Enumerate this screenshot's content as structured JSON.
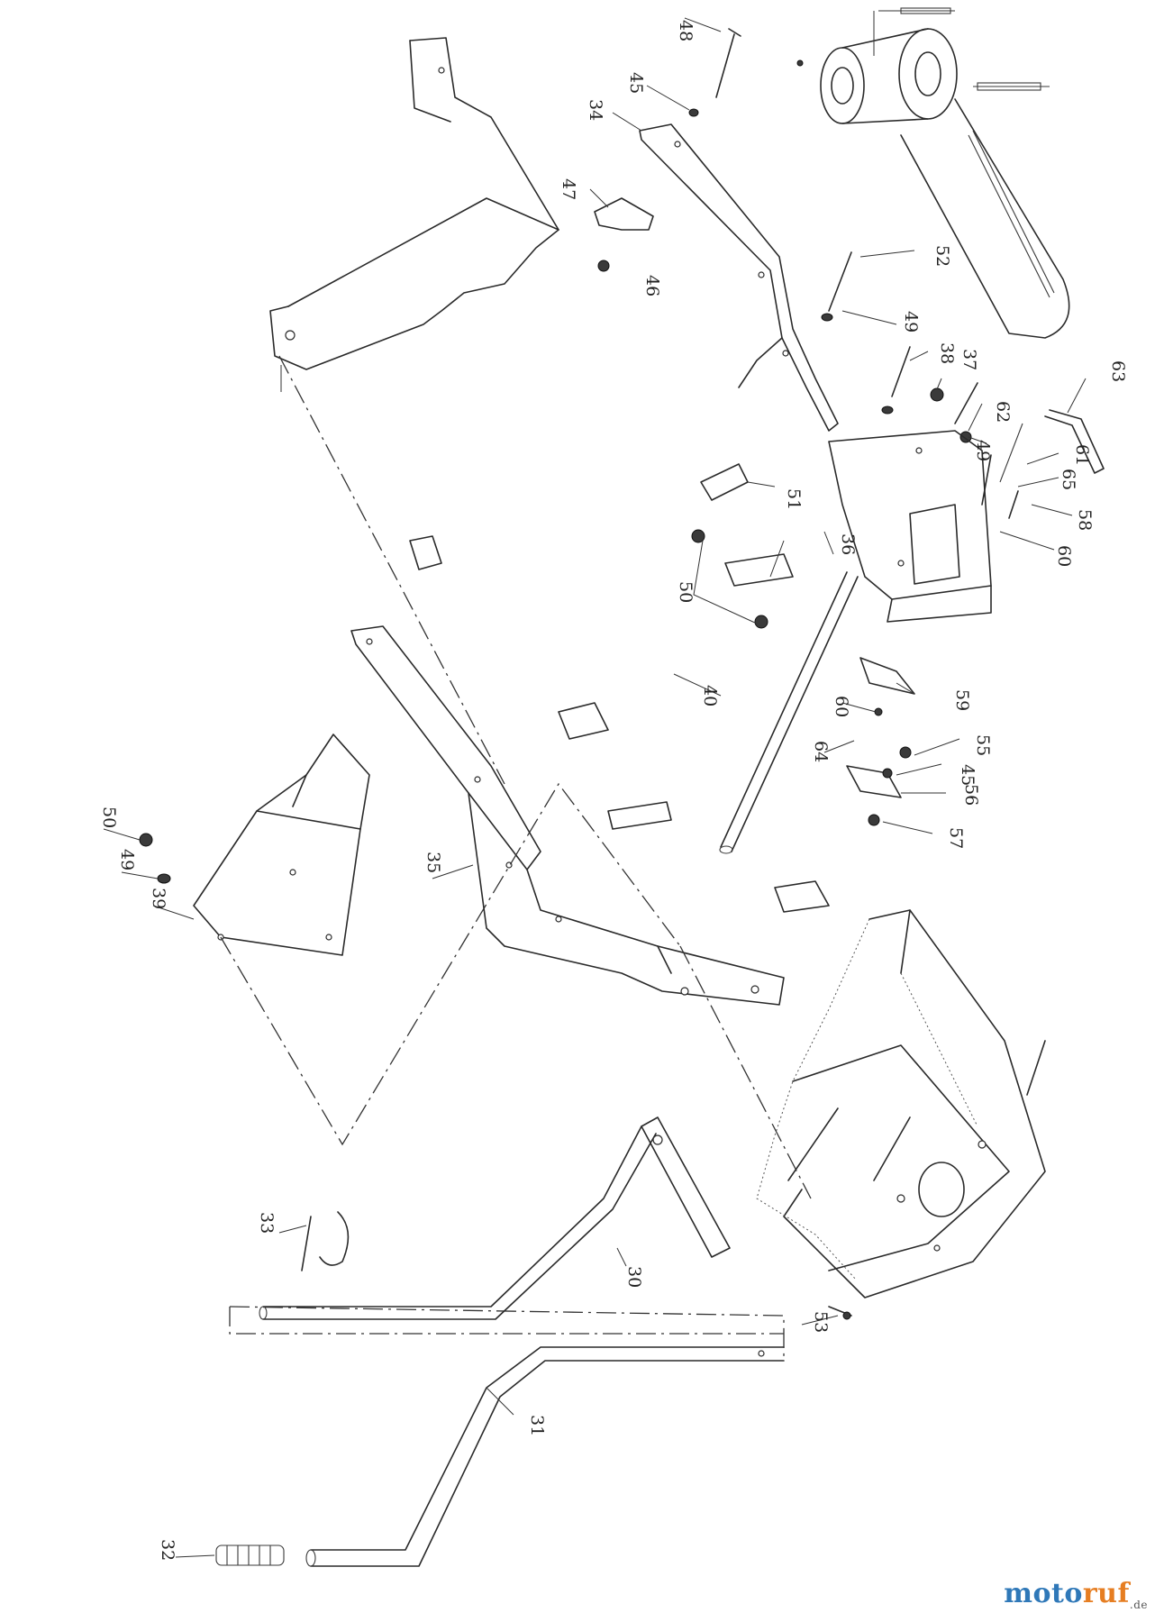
{
  "watermark": {
    "part1": "moto",
    "part2": "ruf",
    "tld": ".de"
  },
  "callouts": {
    "c48": "48",
    "c45a": "45",
    "c34": "34",
    "c47": "47",
    "c46": "46",
    "c52": "52",
    "c49a": "49",
    "c38": "38",
    "c37": "37",
    "c62": "62",
    "c49b": "49",
    "c63": "63",
    "c61": "61",
    "c65": "65",
    "c58": "58",
    "c60a": "60",
    "c51": "51",
    "c36": "36",
    "c50a": "50",
    "c40": "40",
    "c60b": "60",
    "c59": "59",
    "c64": "64",
    "c55": "55",
    "c45b": "45",
    "c56": "56",
    "c57": "57",
    "c50b": "50",
    "c49c": "49",
    "c39": "39",
    "c35": "35",
    "c33a": "33",
    "c30": "30",
    "c53": "53",
    "c31": "31",
    "c32": "32"
  }
}
